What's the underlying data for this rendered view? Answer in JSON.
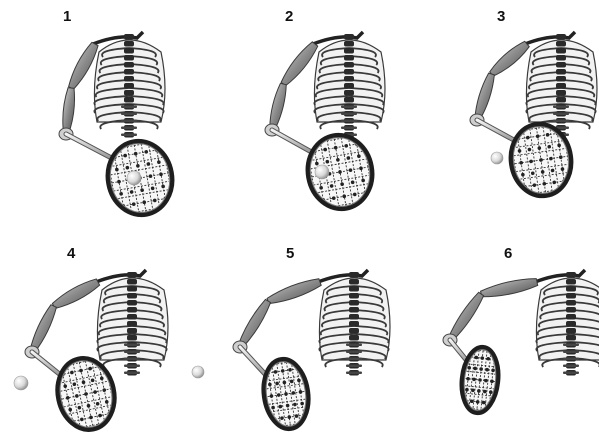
{
  "figure": {
    "panel_labels": [
      "1",
      "2",
      "3",
      "4",
      "5",
      "6"
    ],
    "panel_count": 6,
    "colors": {
      "background": "#ffffff",
      "bone": "#3a3a3a",
      "arm": "#9a9a9a",
      "racket_frame": "#1e1e1e",
      "strings": "#333333",
      "ball": "#e8e8e8"
    },
    "icons": [
      "ribcage-icon",
      "spine-icon",
      "arm-icon",
      "racket-icon",
      "ball-icon"
    ]
  }
}
